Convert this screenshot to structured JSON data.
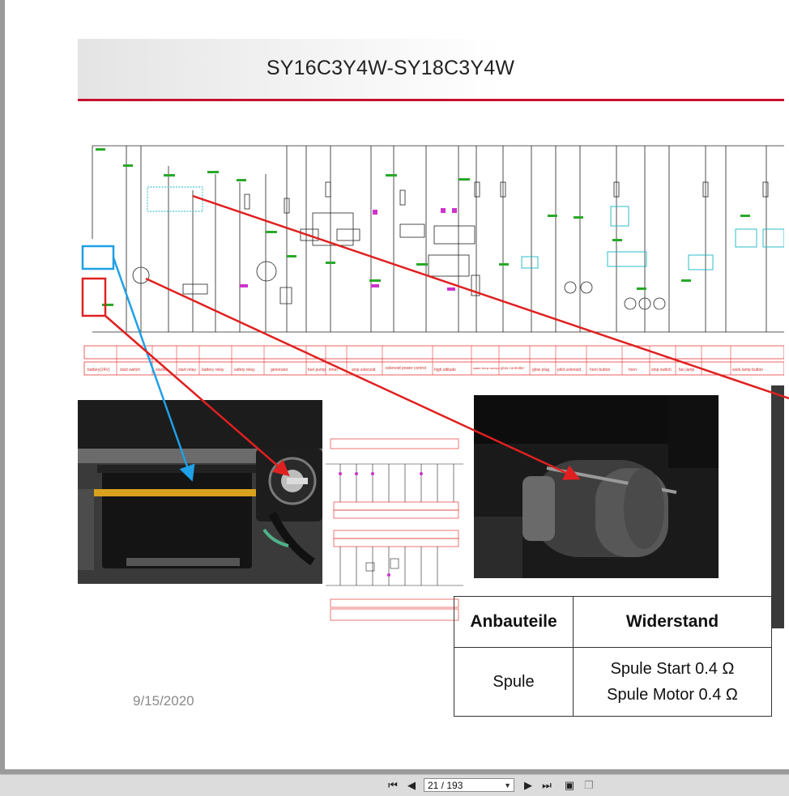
{
  "slide": {
    "title": "SY16C3Y4W-SY18C3Y4W",
    "date": "9/15/2020"
  },
  "table": {
    "headers": [
      "Anbauteile",
      "Widerstand"
    ],
    "rows": [
      {
        "part": "Spule",
        "resistance_lines": [
          "Spule Start 0.4 Ω",
          "Spule Motor 0.4 Ω"
        ]
      }
    ]
  },
  "schematic_labels": [
    "battery(24V)",
    "start switch",
    "starter",
    "start relay",
    "battery relay",
    "safety relay",
    "generator",
    "fuel pump",
    "timer",
    "stop solenoid",
    "solenoid power control",
    "high altitude",
    "water temp sensor",
    "glow controller",
    "glow plug",
    "pilot solenoid",
    "horn button",
    "horn",
    "stop switch",
    "fan lamp",
    "work lamp button"
  ],
  "toolbar": {
    "page_indicator": "21 / 193",
    "icons": [
      "first-page-icon",
      "previous-page-icon",
      "next-page-icon",
      "last-page-icon",
      "fit-page-icon",
      "continuous-page-icon"
    ]
  },
  "colors": {
    "accent_red": "#c8102e",
    "arrow_red": "#e02020",
    "arrow_blue": "#1fa0e6",
    "schematic_green": "#2aa82a",
    "schematic_cyan": "#18b5c8"
  }
}
